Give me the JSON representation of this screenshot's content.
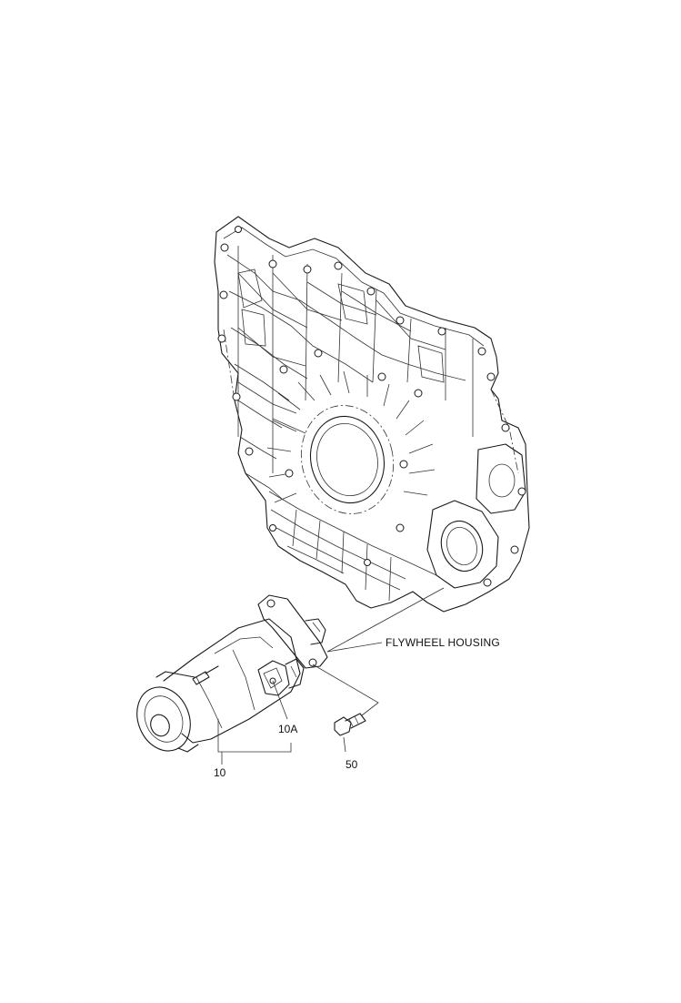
{
  "labels": {
    "flywheel_housing": "FLYWHEEL HOUSING",
    "part_10": "10",
    "part_10a": "10A",
    "part_50": "50"
  },
  "colors": {
    "line": "#1a1a1a",
    "background": "#ffffff"
  }
}
